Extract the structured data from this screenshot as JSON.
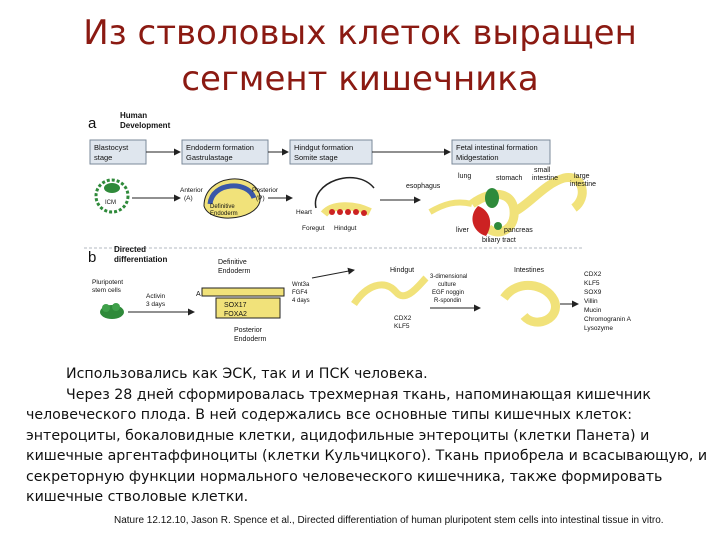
{
  "slide": {
    "title_line1": "Из стволовых клеток выращен",
    "title_line2": "сегмент кишечника"
  },
  "figure": {
    "panel_a": {
      "letter": "a",
      "heading_l1": "Human",
      "heading_l2": "Development",
      "stage1_l1": "Blastocyst",
      "stage1_l2": "stage",
      "stage2_l1": "Endoderm formation",
      "stage2_l2": "Gastrulastage",
      "stage3_l1": "Hindgut formation",
      "stage3_l2": "Somite stage",
      "stage4_l1": "Fetal intestinal formation",
      "stage4_l2": "Midgestation",
      "icm": "ICM",
      "anterior_l1": "Anterior",
      "anterior_l2": "(A)",
      "posterior_l1": "Posterior",
      "posterior_l2": "(P)",
      "definitive_l1": "Definitive",
      "definitive_l2": "Endoderm",
      "heart": "Heart",
      "foregut": "Foregut",
      "hindgut": "Hindgut",
      "lung": "lung",
      "esophagus": "esophagus",
      "stomach": "stomach",
      "small_l1": "small",
      "small_l2": "intestine",
      "large_l1": "large",
      "large_l2": "intestine",
      "liver": "liver",
      "pancreas": "pancreas",
      "biliary": "biliary tract"
    },
    "panel_b": {
      "letter": "b",
      "heading_l1": "Directed",
      "heading_l2": "differentiation",
      "pluripotent_l1": "Pluripotent",
      "pluripotent_l2": "stem cells",
      "activin_l1": "Activin",
      "activin_l2": "3 days",
      "endoderm_l1": "Definitive",
      "endoderm_l2": "Endoderm",
      "sox17": "SOX17",
      "foxa2": "FOXA2",
      "anterior_mark": "A",
      "wnt_l1": "Wnt3a",
      "wnt_l2": "FGF4",
      "wnt_l3": "4 days",
      "posterior_l1": "Posterior",
      "posterior_l2": "Endoderm",
      "hindgut": "Hindgut",
      "cdx2": "CDX2",
      "klf5": "KLF5",
      "culture_l1": "3-dimensional",
      "culture_l2": "culture",
      "culture_l3": "EGF noggin",
      "culture_l4": "R-spondin",
      "intestines": "Intestines",
      "markers": [
        "CDX2",
        "KLF5",
        "SOX9",
        "Villin",
        "Mucin",
        "Chromogranin A",
        "Lysozyme"
      ]
    }
  },
  "text": {
    "para1": "Использовались как ЭСК, так и и ПСК человека.",
    "para2": "Через 28 дней сформировалась трехмерная ткань, напоминающая кишечник человеческого плода. В ней содержались все основные типы кишечных клеток: энтероциты, бокаловидные клетки, ацидофильные энтероциты (клетки Панета) и кишечные аргентаффиноциты (клетки Кульчицкого). Ткань приобрела и всасывающую, и секреторную функции нормального человеческого кишечника, также формировать кишечные стволовые клетки.",
    "citation": "Nature 12.12.10, Jason R. Spence et al., Directed differentiation of human pluripotent stem cells into intestinal tissue in vitro."
  },
  "colors": {
    "title": "#8b1a12",
    "stage_box": "#dfe6ee",
    "stage_border": "#7b8a9a",
    "tissue_yellow": "#f1e27a",
    "tissue_red": "#cc2222",
    "cell_green": "#2f8a3a",
    "arrow": "#222222"
  }
}
